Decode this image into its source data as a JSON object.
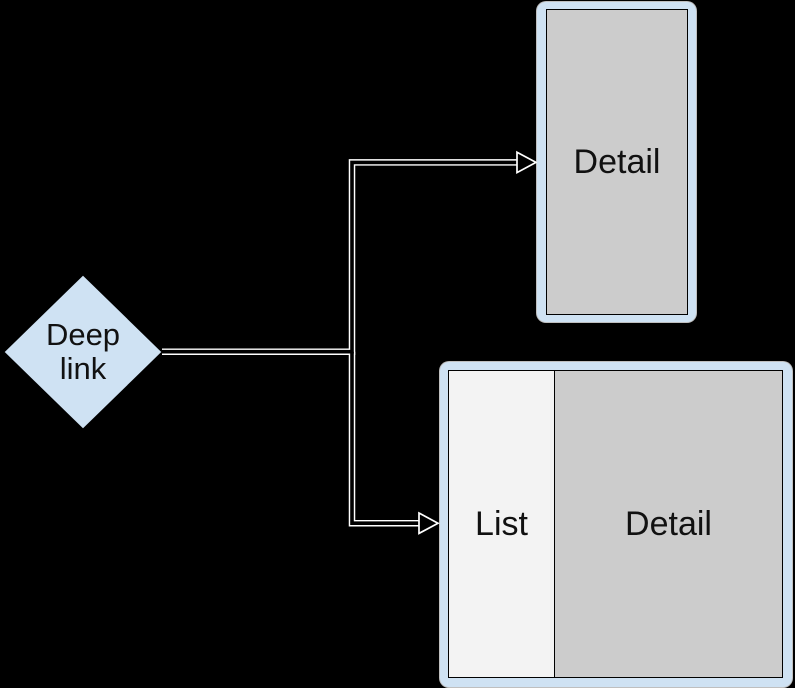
{
  "title": "Deep link navigation diagram",
  "colors": {
    "background": "#000000",
    "accent_blue": "#cfe2f3",
    "panel_gray": "#cccccc",
    "list_bg": "#f3f3f3",
    "border_dark": "#000000",
    "connector_white": "#ffffff",
    "text_dark": "#111111"
  },
  "diamond": {
    "label": "Deep\nlink"
  },
  "top_device": {
    "label": "Detail"
  },
  "bottom_device": {
    "list_label": "List",
    "detail_label": "Detail"
  }
}
